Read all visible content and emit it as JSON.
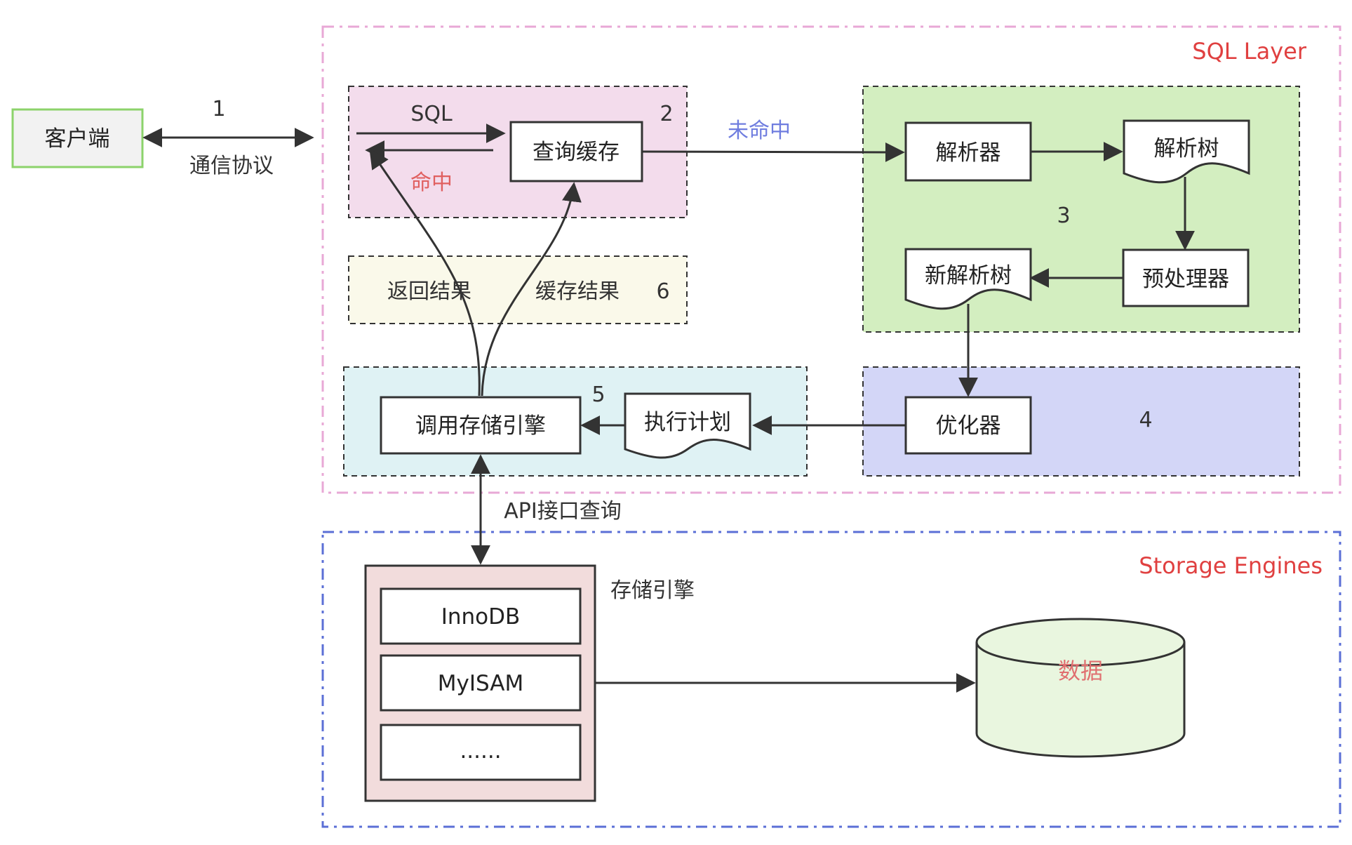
{
  "layers": {
    "sql_layer": "SQL Layer",
    "storage_engines": "Storage Engines"
  },
  "client": "客户端",
  "protocol": {
    "step": "1",
    "label": "通信协议"
  },
  "cache_group": {
    "step": "2",
    "sql_label": "SQL",
    "query_cache": "查询缓存",
    "hit_label": "命中"
  },
  "miss_label": "未命中",
  "parse_group": {
    "step": "3",
    "parser": "解析器",
    "parse_tree": "解析树",
    "preprocessor": "预处理器",
    "new_parse_tree": "新解析树"
  },
  "optimize_group": {
    "step": "4",
    "optimizer": "优化器"
  },
  "execute_group": {
    "step": "5",
    "call_engine": "调用存储引擎",
    "exec_plan": "执行计划"
  },
  "result_group": {
    "step": "6",
    "return_result": "返回结果",
    "cache_result": "缓存结果"
  },
  "api_label": "API接口查询",
  "storage": {
    "title": "存储引擎",
    "engines": [
      "InnoDB",
      "MyISAM",
      "......"
    ],
    "data_label": "数据"
  },
  "colors": {
    "sql_layer_border": "#e8a8d6",
    "storage_border": "#5b6fd6",
    "layer_title": "#e04040",
    "client_border": "#8cd36b",
    "cache_fill": "#f3dcec",
    "parse_fill": "#d3eec0",
    "optimize_fill": "#d3d6f7",
    "execute_fill": "#dff2f4",
    "result_fill": "#faf9ea",
    "engine_fill": "#f2dcdc",
    "data_fill": "#e9f6df",
    "miss_text": "#6f7ddf",
    "hit_text": "#e06060",
    "data_text": "#e07070"
  }
}
